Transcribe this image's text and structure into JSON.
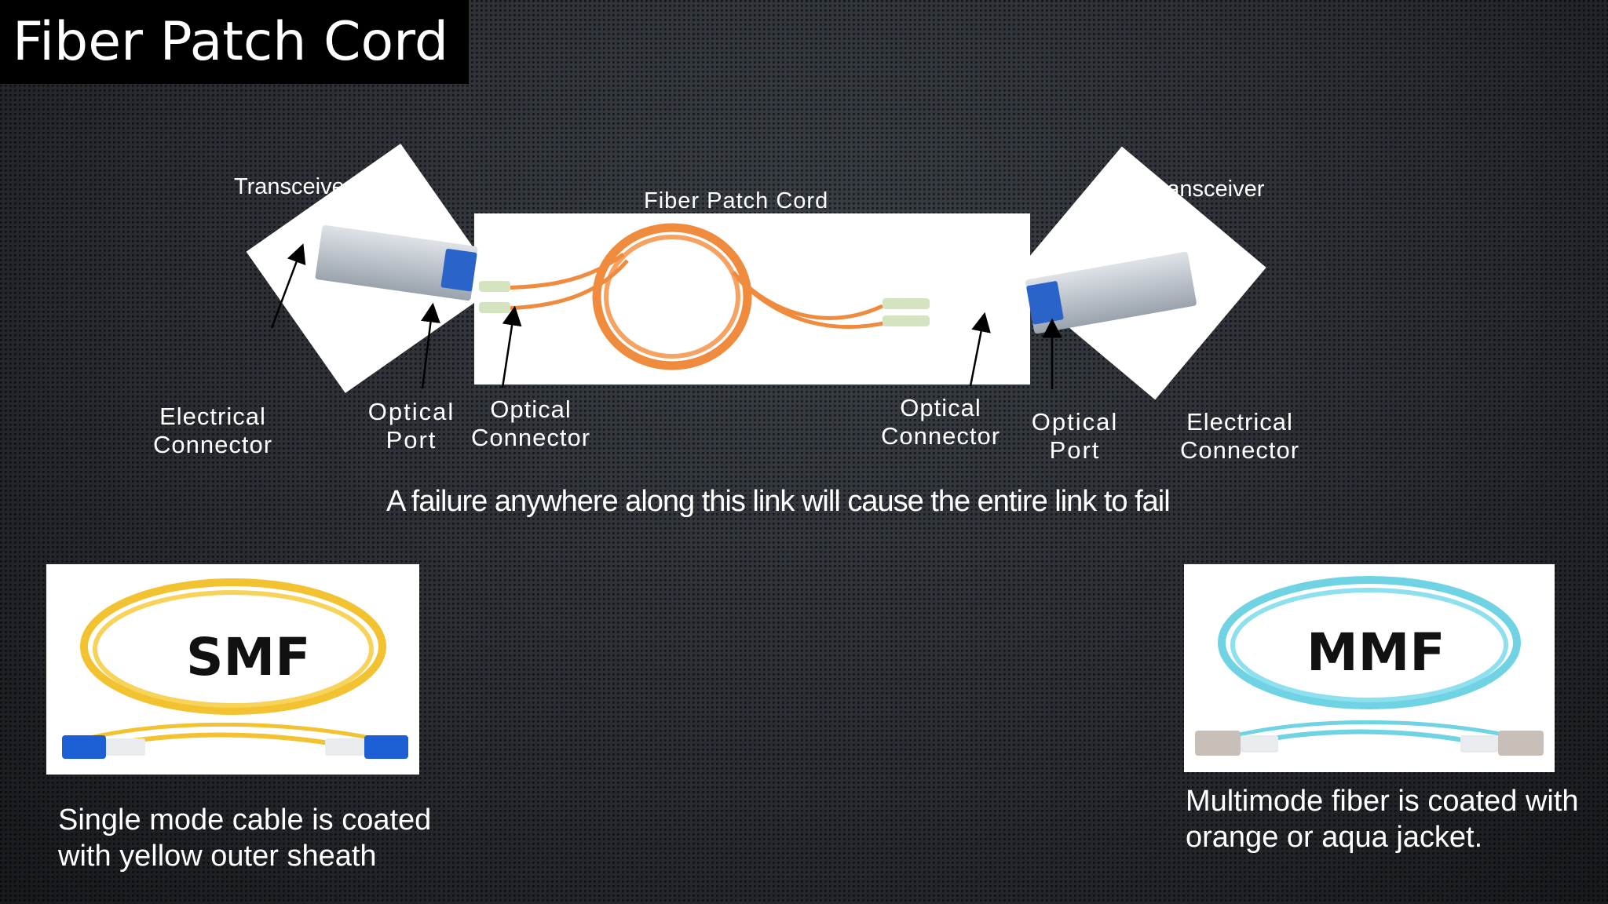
{
  "slide": {
    "title": "Fiber Patch Cord",
    "tail_text": "A failure anywhere along this link will cause the entire link to fail"
  },
  "diagram": {
    "left": {
      "transceiver_label": "Transceiver",
      "electrical_connector_label": [
        "Electrical",
        "Connector"
      ],
      "optical_port_label": [
        "Optical",
        "Port"
      ],
      "optical_connector_label": [
        "Optical",
        "Connector"
      ]
    },
    "center": {
      "cord_label": "Fiber Patch Cord"
    },
    "right": {
      "transceiver_label": "Transceiver",
      "optical_connector_label": [
        "Optical",
        "Connector"
      ],
      "optical_port_label": [
        "Optical",
        "Port"
      ],
      "electrical_connector_label": [
        "Electrical",
        "Connector"
      ]
    }
  },
  "smf": {
    "badge": "SMF",
    "caption": [
      "Single mode cable is coated",
      "with yellow outer sheath"
    ],
    "cable_color": "#f2c230",
    "connector_color": "#1f5fd6"
  },
  "mmf": {
    "badge": "MMF",
    "caption": [
      "Multimode fiber is coated with",
      "orange or aqua jacket."
    ],
    "cable_color": "#6fd3e3",
    "connector_color": "#c8c0b8"
  },
  "colors": {
    "orange_cord": "#f08a3c",
    "title_bg": "#000000"
  }
}
